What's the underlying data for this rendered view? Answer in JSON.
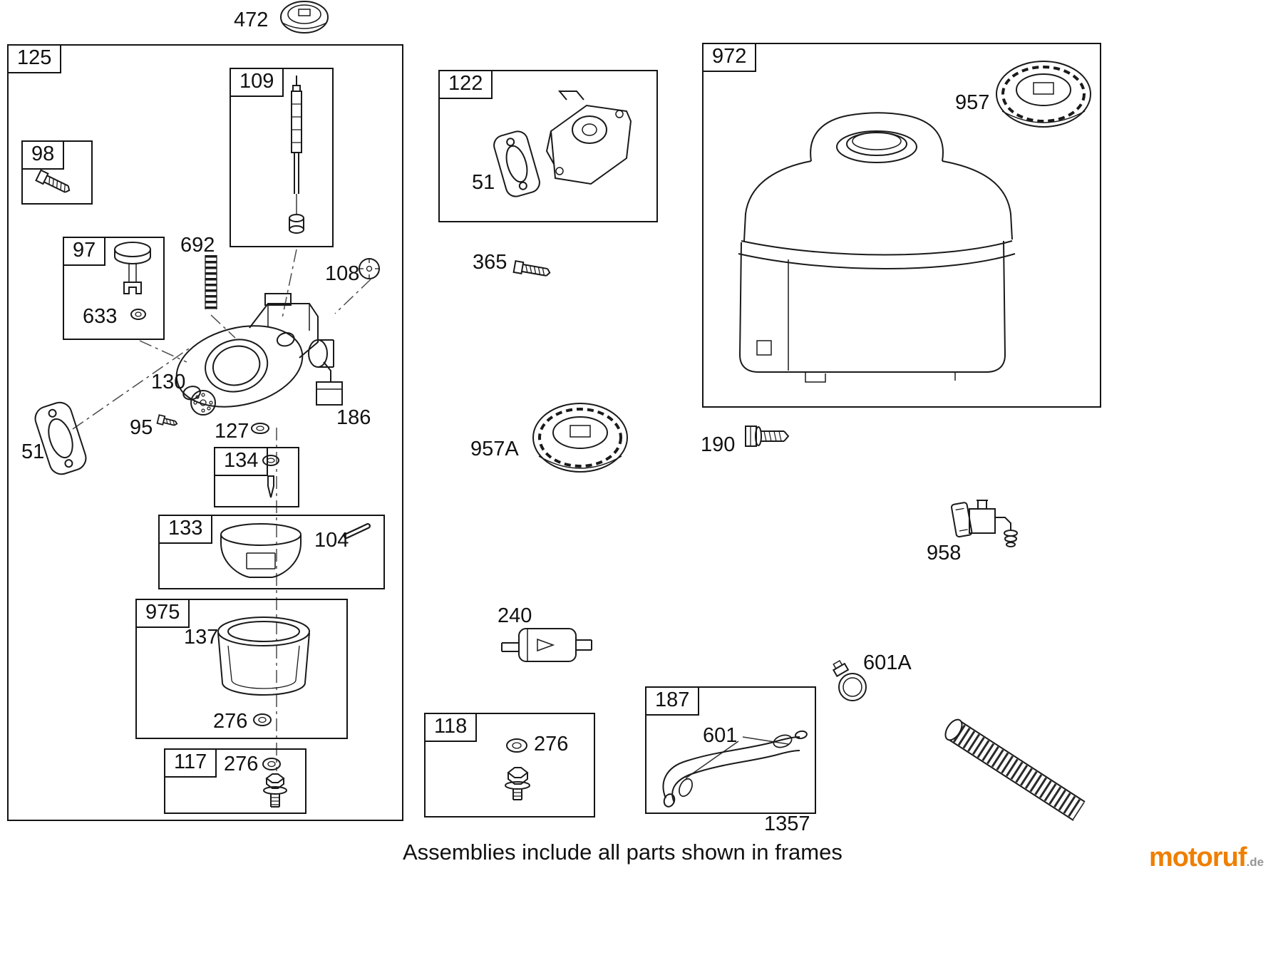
{
  "frames": {
    "f125": {
      "label": "125"
    },
    "f98": {
      "label": "98"
    },
    "f109": {
      "label": "109"
    },
    "f97": {
      "label": "97"
    },
    "f134": {
      "label": "134"
    },
    "f133": {
      "label": "133"
    },
    "f975": {
      "label": "975"
    },
    "f117": {
      "label": "117"
    },
    "f122": {
      "label": "122"
    },
    "f972": {
      "label": "972"
    },
    "f118": {
      "label": "118"
    },
    "f187": {
      "label": "187"
    }
  },
  "parts": {
    "p472": "472",
    "p633": "633",
    "p692": "692",
    "p108": "108",
    "p130": "130",
    "p95": "95",
    "p127": "127",
    "p186": "186",
    "p51_carb": "51",
    "p104": "104",
    "p137": "137",
    "p276_bowl": "276",
    "p276_screw": "276",
    "p51_intake": "51",
    "p365": "365",
    "p957": "957",
    "p957A": "957A",
    "p190": "190",
    "p958": "958",
    "p240": "240",
    "p601A": "601A",
    "p276_washer": "276",
    "p601": "601",
    "p1357": "1357"
  },
  "footer": {
    "note": "Assemblies include all parts shown in frames"
  },
  "brand": {
    "name": "motoruf",
    "tld": ".de"
  }
}
